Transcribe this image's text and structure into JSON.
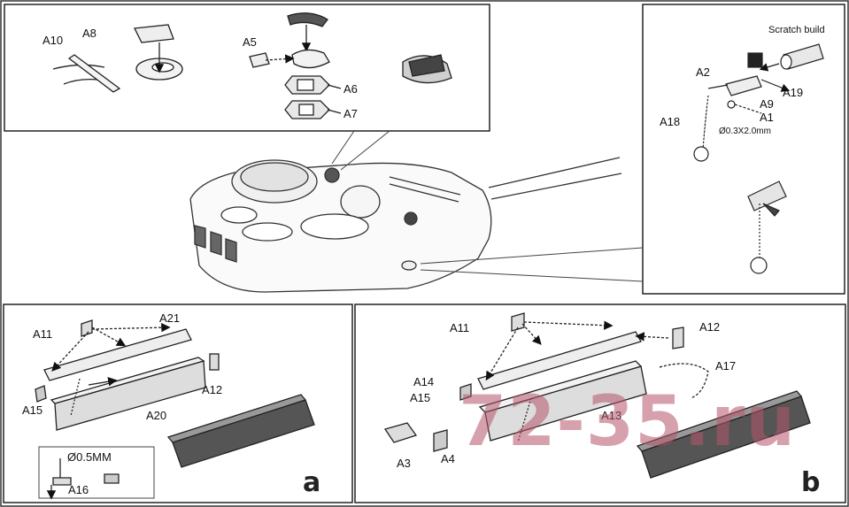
{
  "top_left_labels": {
    "a10": "A10",
    "a8": "A8",
    "a5": "A5",
    "a6": "A6",
    "a7": "A7"
  },
  "top_right_labels": {
    "scratch": "Scratch build",
    "a2": "A2",
    "a19": "A19",
    "a9": "A9",
    "a1": "A1",
    "a18": "A18",
    "wire": "Ø0.3X2.0mm"
  },
  "panel_a": {
    "letter": "a",
    "a11": "A11",
    "a21": "A21",
    "a12": "A12",
    "a15": "A15",
    "a20": "A20",
    "wire": "Ø0.5MM",
    "a16": "A16"
  },
  "panel_b": {
    "letter": "b",
    "a11": "A11",
    "a12": "A12",
    "a17": "A17",
    "a14": "A14",
    "a15": "A15",
    "a13": "A13",
    "a3": "A3",
    "a4": "A4"
  },
  "watermark": "72-35.ru"
}
